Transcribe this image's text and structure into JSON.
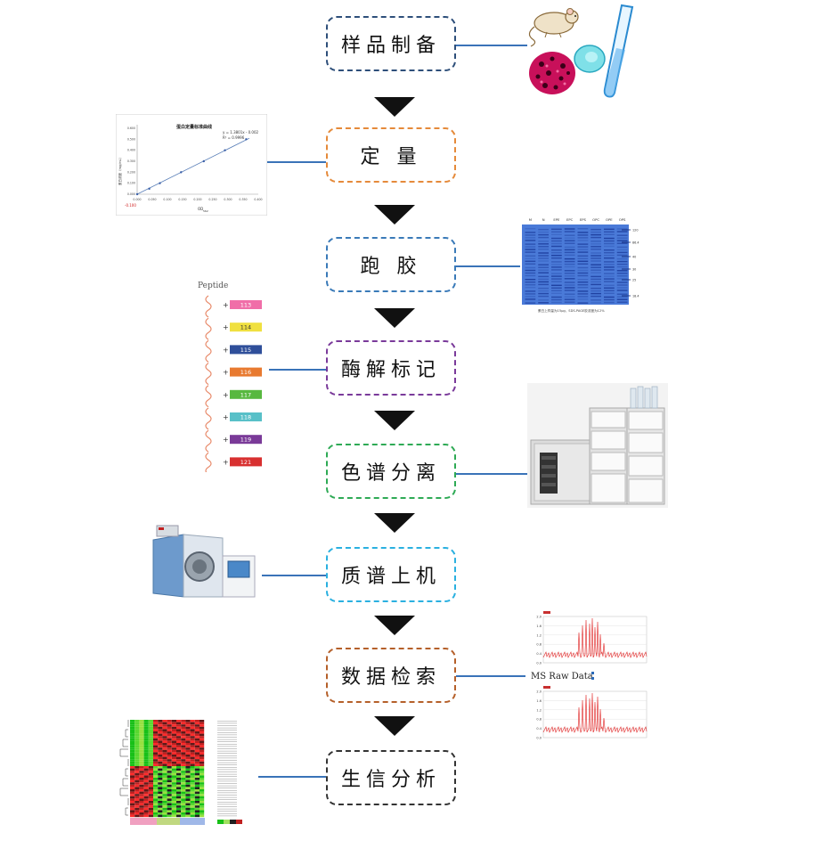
{
  "steps": [
    {
      "label": "样品制备",
      "color": "#2e4f7a"
    },
    {
      "label": "定 量",
      "color": "#e58a3a"
    },
    {
      "label": "跑 胶",
      "color": "#3a7ab8"
    },
    {
      "label": "酶解标记",
      "color": "#7a3a9a"
    },
    {
      "label": "色谱分离",
      "color": "#2eaa55"
    },
    {
      "label": "质谱上机",
      "color": "#2ab0e0"
    },
    {
      "label": "数据检索",
      "color": "#b5602a"
    },
    {
      "label": "生信分析",
      "color": "#333333"
    }
  ],
  "line_color": "#3a73b8",
  "quant_chart": {
    "title": "蛋白定量标准曲线",
    "equation": "y = 1.3801x - 0.002",
    "r2": "R² = 0.9996",
    "xlabel": "OD",
    "xlabel_sub": "562",
    "ylabel": "蛋白浓度（mg/mL）",
    "corner_value": "-0.100",
    "x_ticks": [
      "0.000",
      "0.050",
      "0.100",
      "0.150",
      "0.200",
      "0.250",
      "0.300",
      "0.350",
      "0.400"
    ],
    "y_ticks": [
      "0.000",
      "0.100",
      "0.200",
      "0.300",
      "0.400",
      "0.500",
      "0.600"
    ],
    "points": [
      [
        0.0,
        0.0
      ],
      [
        0.04,
        0.05
      ],
      [
        0.075,
        0.1
      ],
      [
        0.145,
        0.2
      ],
      [
        0.22,
        0.3
      ],
      [
        0.29,
        0.4
      ],
      [
        0.36,
        0.5
      ]
    ]
  },
  "gel": {
    "lanes": [
      "M",
      "N",
      "EPE",
      "EPC",
      "EPS",
      "OPC",
      "OPE",
      "OPS"
    ],
    "markers": [
      "120",
      "86.4",
      "40",
      "30",
      "25",
      "18.4"
    ],
    "caption": "蛋白上样量为15μg，SDS-PAGE胶浓度为12%"
  },
  "tags": {
    "title": "Peptide",
    "items": [
      {
        "label": "113",
        "color": "#f06ea8"
      },
      {
        "label": "114",
        "color": "#f0e040"
      },
      {
        "label": "115",
        "color": "#2f4f9a"
      },
      {
        "label": "116",
        "color": "#e87a30"
      },
      {
        "label": "117",
        "color": "#58b840"
      },
      {
        "label": "118",
        "color": "#58c0c8"
      },
      {
        "label": "119",
        "color": "#7a3a98"
      },
      {
        "label": "121",
        "color": "#d83030"
      }
    ]
  },
  "ms": {
    "label": "MS Raw Data",
    "upper_y_ticks": [
      "2.0",
      "1.6",
      "1.2",
      "0.8",
      "0.4",
      "0.0"
    ],
    "lower_y_ticks": [
      "2.0",
      "1.6",
      "1.2",
      "0.8",
      "0.4",
      "0.0"
    ]
  },
  "icons": {
    "mouse": "mouse-icon",
    "tissue": "tissue-icon",
    "cell": "cell-icon",
    "tube": "test-tube-icon",
    "hplc": "hplc-instrument-icon",
    "ms": "mass-spectrometer-icon"
  }
}
